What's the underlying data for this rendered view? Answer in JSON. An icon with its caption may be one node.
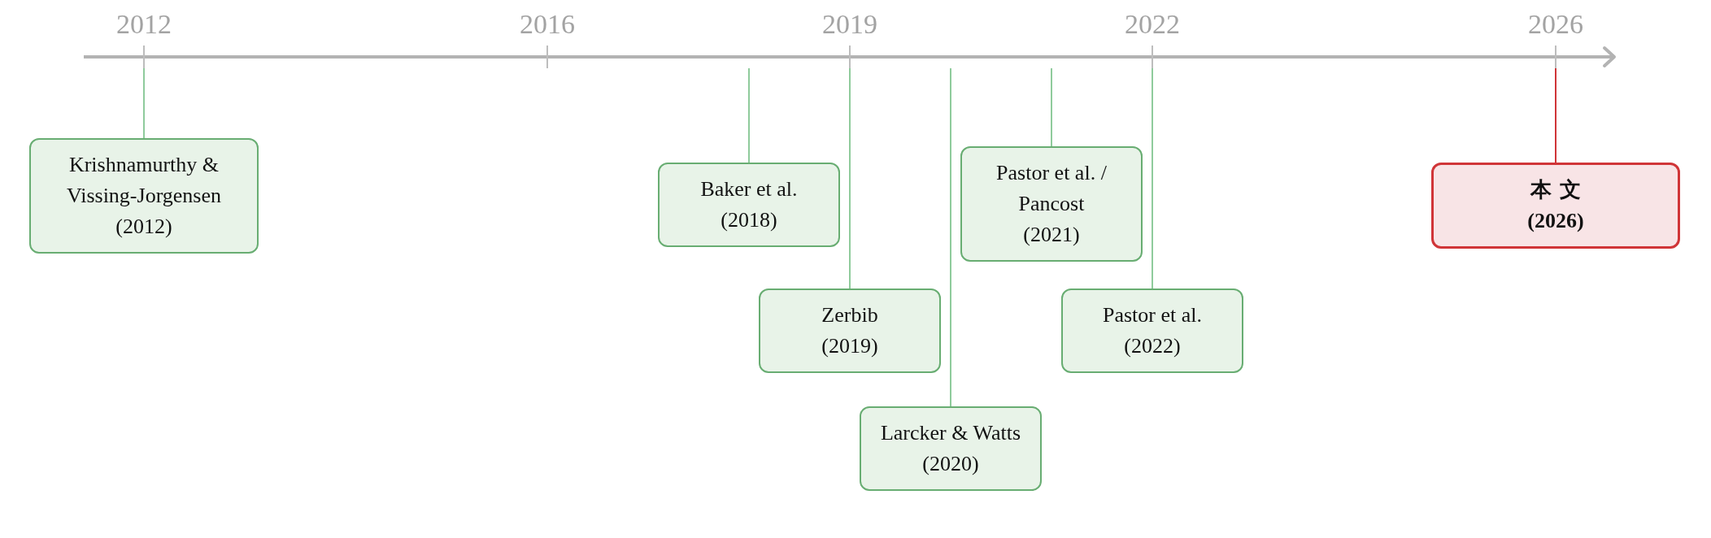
{
  "diagram": {
    "nodes": [
      {
        "text": [
          "Krishnamurthy & Vissing-Jorgensen",
          "(2012)"
        ]
      },
      {
        "text": [
          "Baker et al.",
          "(2018)"
        ]
      },
      {
        "text": [
          "Zerbib",
          "(2019)"
        ]
      },
      {
        "text": [
          "Larcker & Watts",
          "(2020)"
        ]
      },
      {
        "text": [
          "Pastor et al. / Pancost",
          "(2021)"
        ]
      },
      {
        "text": [
          "Pastor et al.",
          "(2022)"
        ]
      },
      {
        "text": [
          "本文",
          "(2026)"
        ]
      }
    ],
    "edges": [
      {
        "from": null,
        "to": 0,
        "arrow": "none"
      },
      {
        "from": null,
        "to": 1,
        "arrow": "none"
      },
      {
        "from": null,
        "to": 2,
        "arrow": "none"
      },
      {
        "from": null,
        "to": 3,
        "arrow": "none"
      },
      {
        "from": null,
        "to": 4,
        "arrow": "none"
      },
      {
        "from": null,
        "to": 5,
        "arrow": "none"
      },
      {
        "from": null,
        "to": 6,
        "arrow": "none",
        "color": "#d03538"
      }
    ],
    "labels": [
      "2012",
      "2016",
      "2019",
      "2022",
      "2026"
    ]
  }
}
